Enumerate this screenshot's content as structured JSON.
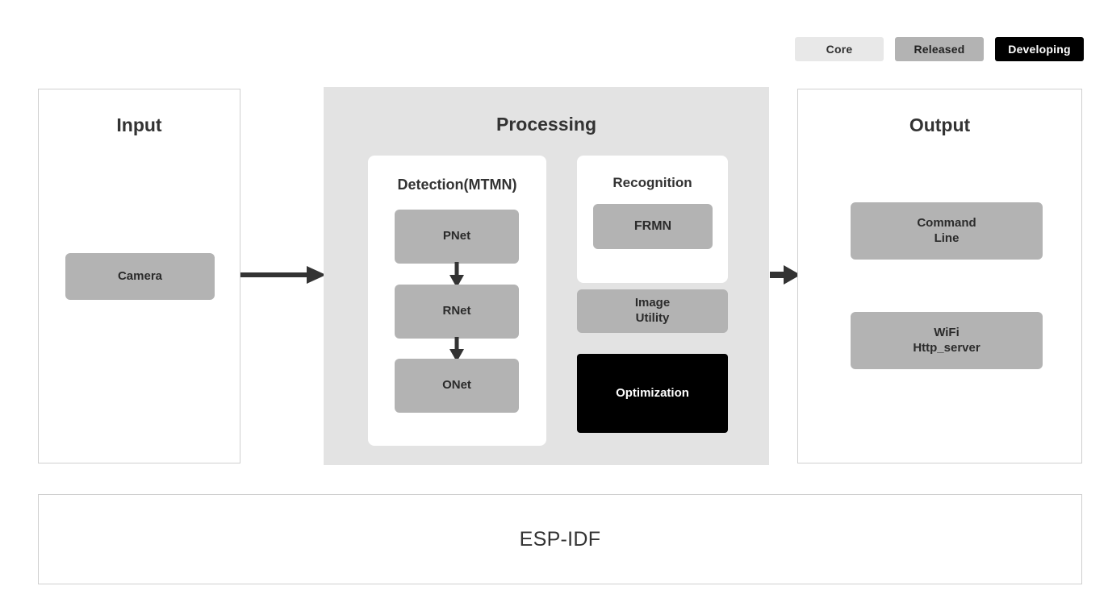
{
  "legend": {
    "items": [
      {
        "label": "Core",
        "color": "#e8e8e8",
        "text_color": "#303030"
      },
      {
        "label": "Released",
        "color": "#b3b3b3",
        "text_color": "#222222"
      },
      {
        "label": "Developing",
        "color": "#000000",
        "text_color": "#ffffff"
      }
    ]
  },
  "input": {
    "title": "Input",
    "blocks": [
      {
        "label": "Camera",
        "status": "Released"
      }
    ]
  },
  "processing": {
    "title": "Processing",
    "detection": {
      "title": "Detection(MTMN)",
      "blocks": [
        {
          "label": "PNet",
          "status": "Released"
        },
        {
          "label": "RNet",
          "status": "Released"
        },
        {
          "label": "ONet",
          "status": "Released"
        }
      ]
    },
    "recognition": {
      "title": "Recognition",
      "blocks": [
        {
          "label": "FRMN",
          "status": "Released"
        }
      ]
    },
    "blocks": [
      {
        "label_line1": "Image",
        "label_line2": "Utility",
        "status": "Released"
      },
      {
        "label_line1": "Optimization",
        "label_line2": "",
        "status": "Developing"
      }
    ]
  },
  "output": {
    "title": "Output",
    "blocks": [
      {
        "label_line1": "Command",
        "label_line2": "Line",
        "status": "Released"
      },
      {
        "label_line1": "WiFi",
        "label_line2": "Http_server",
        "status": "Released"
      }
    ]
  },
  "base": {
    "label": "ESP-IDF"
  },
  "arrows": [
    {
      "name": "input-to-processing",
      "direction": "right"
    },
    {
      "name": "processing-to-output",
      "direction": "right"
    },
    {
      "name": "pnet-to-rnet",
      "direction": "down"
    },
    {
      "name": "rnet-to-onet",
      "direction": "down"
    }
  ],
  "colors": {
    "core": "#e8e8e8",
    "released": "#b3b3b3",
    "developing": "#000000",
    "panel_bg": "#e3e3e3",
    "panel_border": "#cfcfcf",
    "text": "#333333",
    "arrow": "#333333"
  }
}
